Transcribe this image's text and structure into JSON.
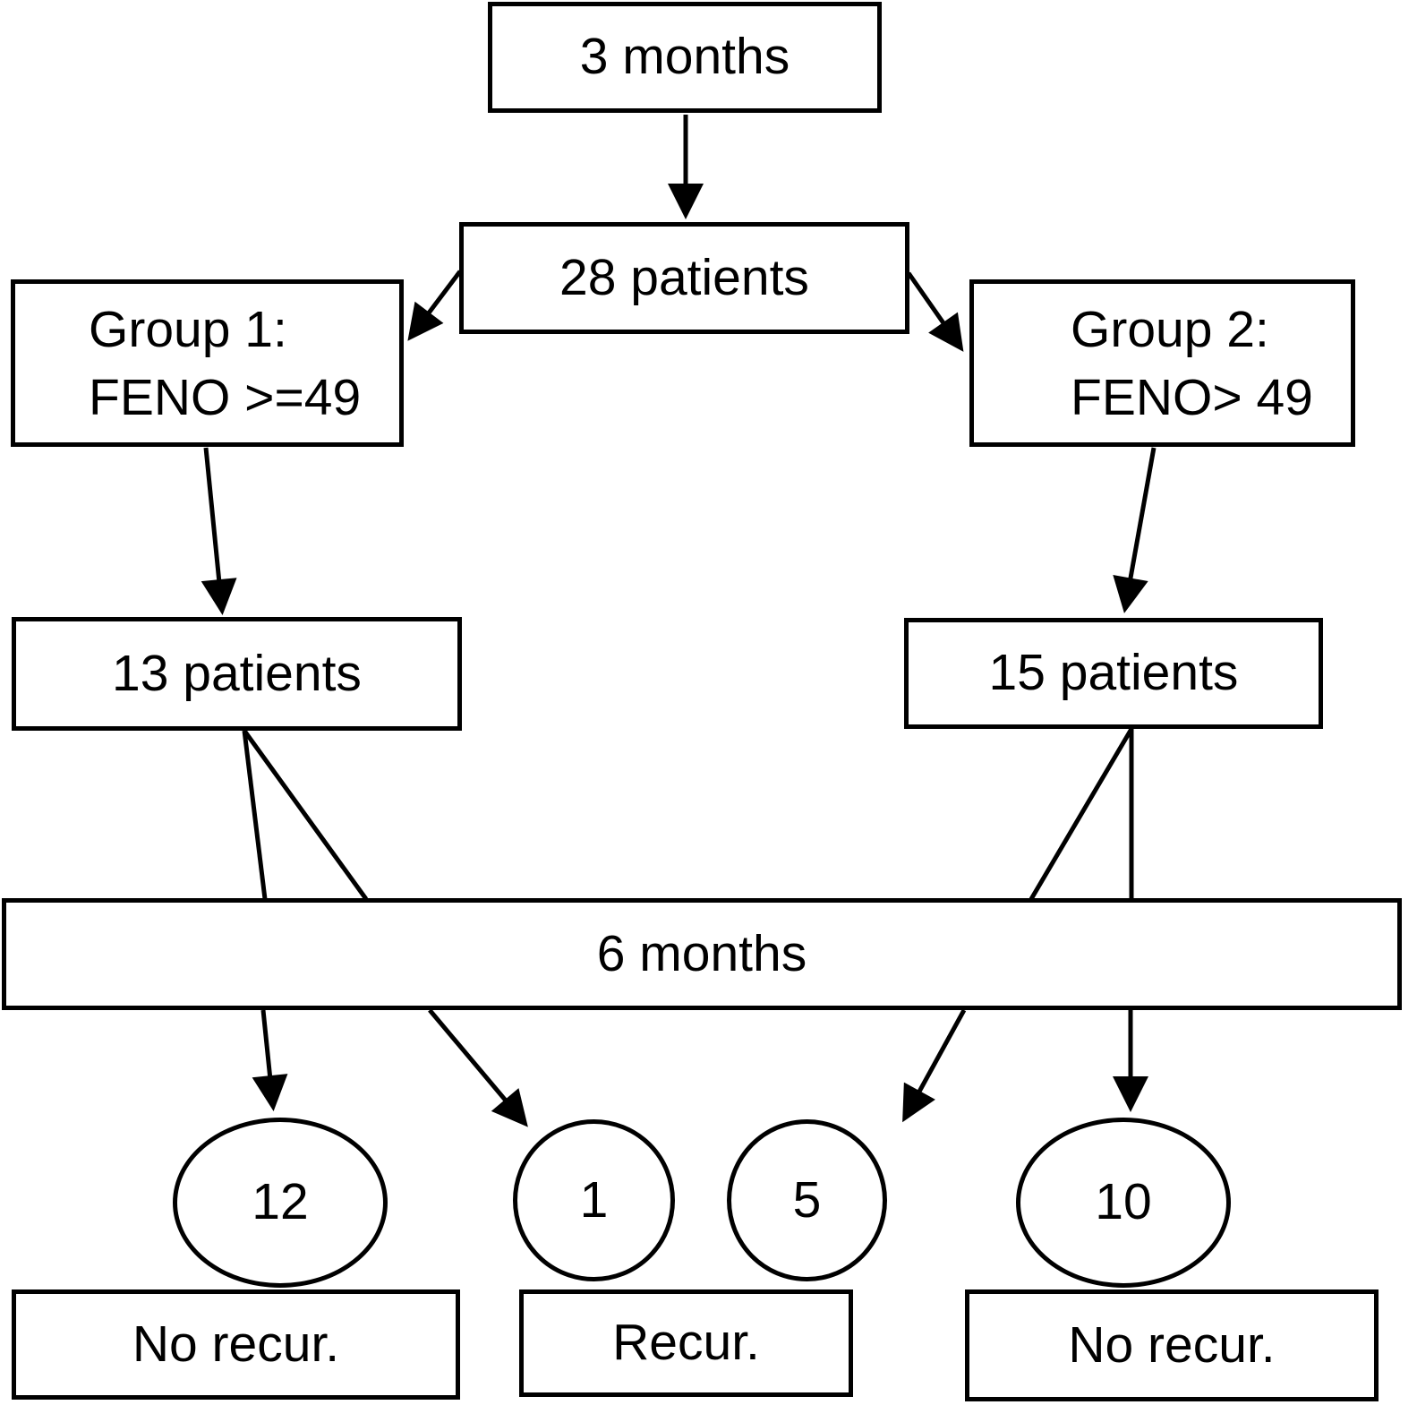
{
  "diagram": {
    "background": "#ffffff",
    "stroke_color": "#000000",
    "nodes": {
      "three_months": {
        "label": "3 months"
      },
      "twenty_eight_patients": {
        "label": "28 patients"
      },
      "group1": {
        "line1": "Group 1:",
        "line2": "FENO >=49"
      },
      "group2": {
        "line1": "Group 2:",
        "line2": "FENO> 49"
      },
      "thirteen_patients": {
        "label": "13 patients"
      },
      "fifteen_patients": {
        "label": "15 patients"
      },
      "six_months": {
        "label": "6 months"
      },
      "circle_group1_no_recur": {
        "label": "12"
      },
      "circle_group1_recur": {
        "label": "1"
      },
      "circle_group2_recur": {
        "label": "5"
      },
      "circle_group2_no_recur": {
        "label": "10"
      },
      "outcome_left": {
        "label": "No recur."
      },
      "outcome_middle": {
        "label": "Recur."
      },
      "outcome_right": {
        "label": "No recur."
      }
    }
  }
}
